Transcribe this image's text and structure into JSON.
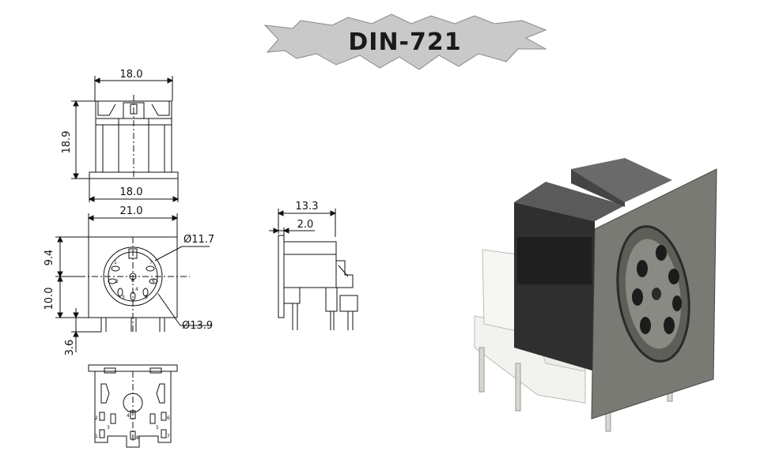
{
  "title": "DIN-721",
  "top_view": {
    "width_top": "18.0",
    "height": "18.9",
    "width_base": "18.0"
  },
  "front_view": {
    "width": "21.0",
    "inner_diameter": "Ø11.7",
    "outer_diameter": "Ø13.9",
    "upper_height": "9.4",
    "lower_height": "10.0",
    "pin_length": "3.6"
  },
  "side_view": {
    "depth": "13.3",
    "flange": "2.0"
  },
  "pin_numbers": [
    "1",
    "2",
    "3",
    "4",
    "5",
    "6",
    "7",
    "8"
  ],
  "colors": {
    "line": "#111111",
    "banner_fill": "#c9c9c9",
    "body_dark": "#3a3a3a",
    "plastic": "#f2f2ee"
  }
}
